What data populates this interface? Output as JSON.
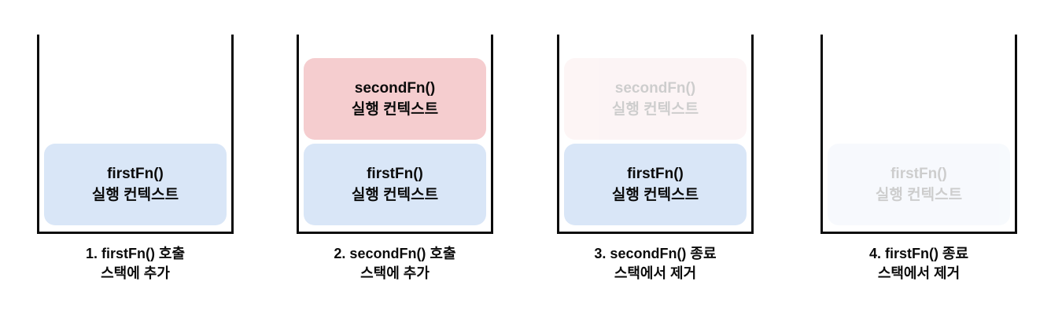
{
  "diagram_title": "call-stack-execution-context-steps",
  "colors": {
    "blue_box_bg": "#d9e6f7",
    "pink_box_bg": "#f5cdcf",
    "stack_wall": "#0b0b0b",
    "text": "#0b0b0b",
    "background": "#ffffff"
  },
  "faded_opacity": 0.2,
  "panels": [
    {
      "step": 1,
      "caption_line1": "1. firstFn() 호출",
      "caption_line2": "스택에 추가",
      "boxes": [
        {
          "function_name": "firstFn()",
          "label": "실행 컨텍스트",
          "color": "blue",
          "faded": false
        }
      ]
    },
    {
      "step": 2,
      "caption_line1": "2. secondFn() 호출",
      "caption_line2": "스택에 추가",
      "boxes": [
        {
          "function_name": "secondFn()",
          "label": "실행 컨텍스트",
          "color": "pink",
          "faded": false
        },
        {
          "function_name": "firstFn()",
          "label": "실행 컨텍스트",
          "color": "blue",
          "faded": false
        }
      ]
    },
    {
      "step": 3,
      "caption_line1": "3. secondFn() 종료",
      "caption_line2": "스택에서 제거",
      "boxes": [
        {
          "function_name": "secondFn()",
          "label": "실행 컨텍스트",
          "color": "pink",
          "faded": true
        },
        {
          "function_name": "firstFn()",
          "label": "실행 컨텍스트",
          "color": "blue",
          "faded": false
        }
      ]
    },
    {
      "step": 4,
      "caption_line1": "4. firstFn() 종료",
      "caption_line2": "스택에서 제거",
      "boxes": [
        {
          "function_name": "firstFn()",
          "label": "실행 컨텍스트",
          "color": "blue",
          "faded": true
        }
      ]
    }
  ]
}
